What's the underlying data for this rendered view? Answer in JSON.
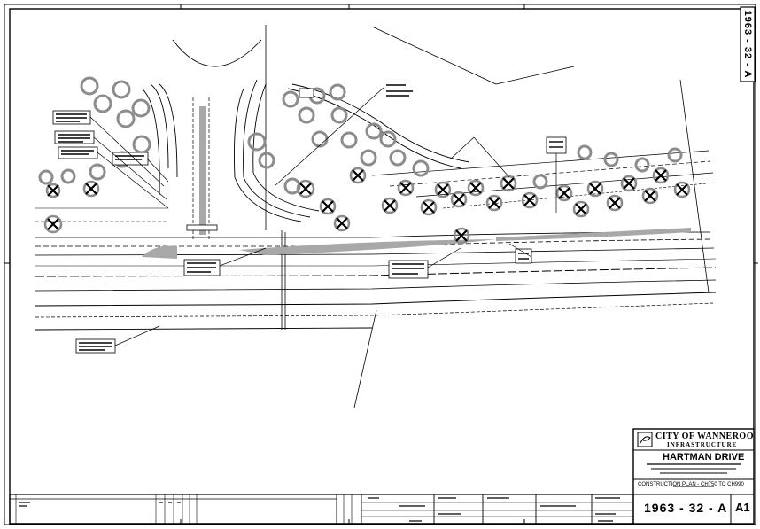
{
  "title_block": {
    "authority": "CITY OF WANNEROO",
    "department": "INFRASTRUCTURE",
    "project": "HARTMAN DRIVE",
    "sheet_title": "CONSTRUCTION PLAN - CH750 TO CH990",
    "drawing_number": "1963 - 32 - A",
    "sheet_size": "A1"
  },
  "side_label": "1963 - 32 - A",
  "colors": {
    "linework": "#000000",
    "tree_grey": "#8c8c8c",
    "hatch_grey": "#a8a8a8"
  }
}
